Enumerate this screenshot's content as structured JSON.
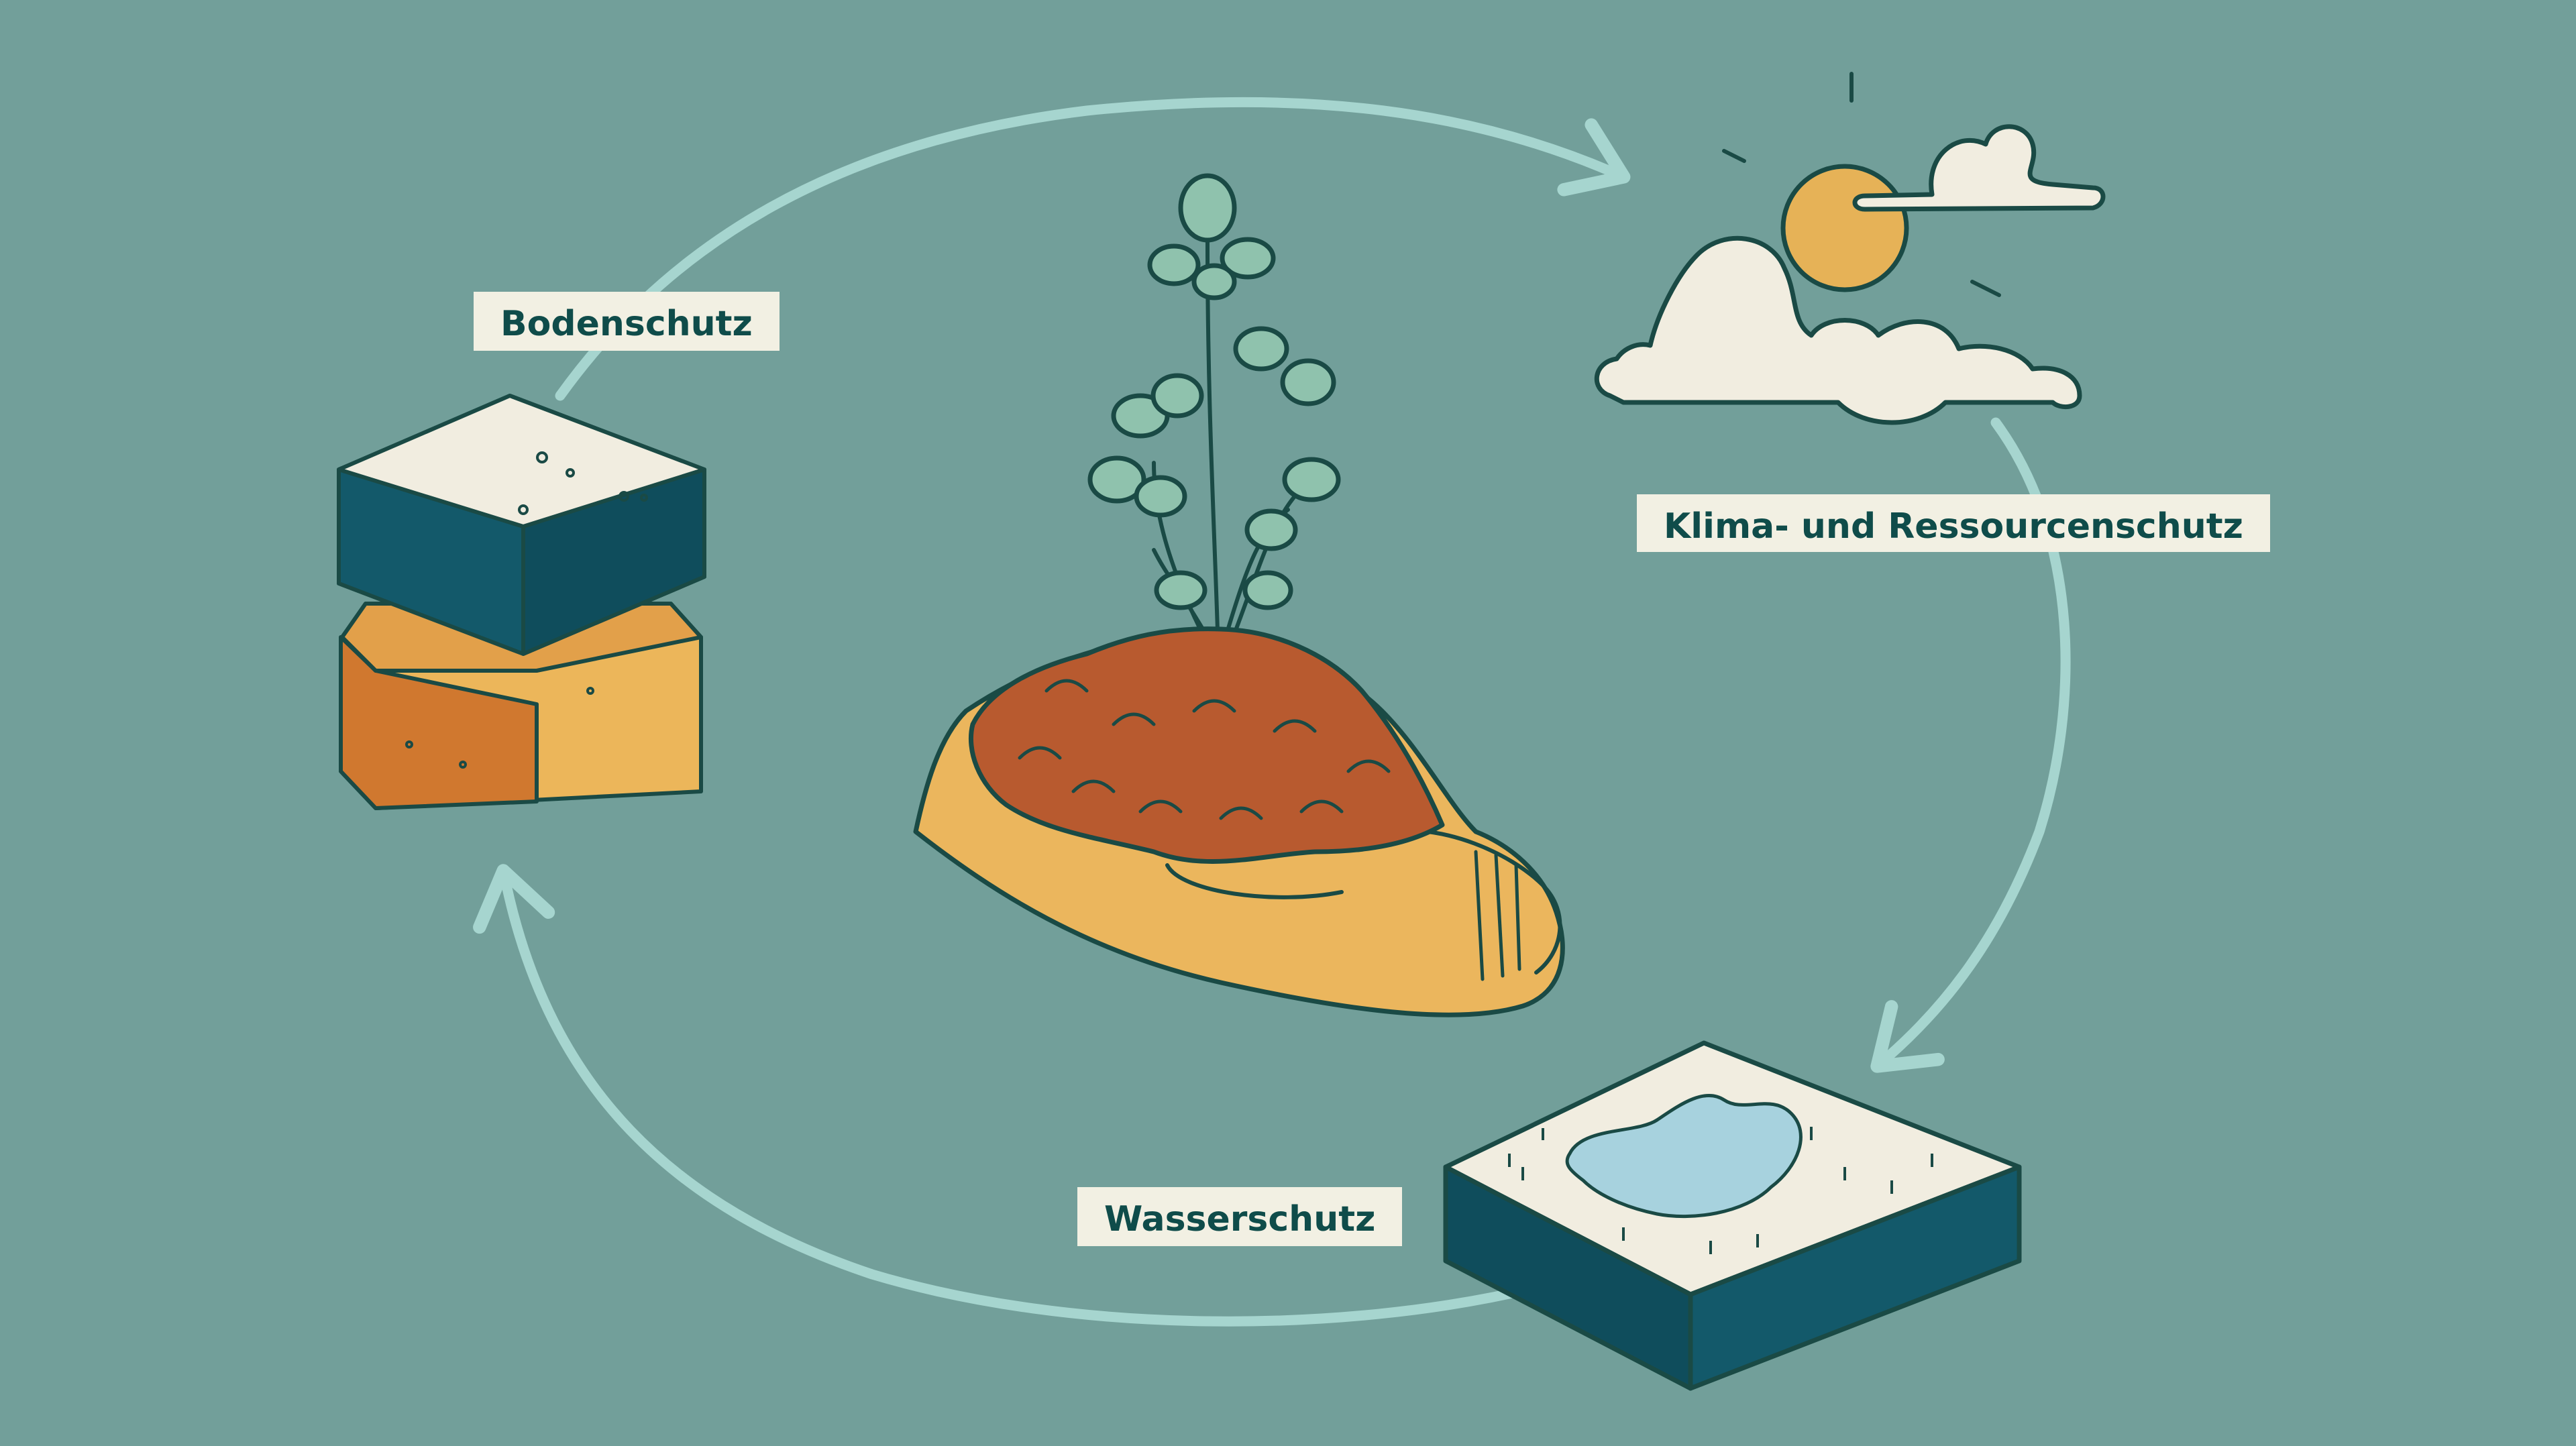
{
  "labels": {
    "bodenschutz": "Bodenschutz",
    "klima": "Klima- und Ressourcenschutz",
    "wasserschutz": "Wasserschutz"
  },
  "colors": {
    "background": "#729f9a",
    "cycle_arrow": "#a6d5cf",
    "label_bg": "#f2f0e3",
    "label_text": "#0f4c4a",
    "outline": "#1a4a45",
    "dark_teal": "#13596a",
    "soil_orange": "#d0782f",
    "soil_yellow": "#ecb65a",
    "hand": "#ebb65d",
    "soil_brown": "#b85a2f",
    "leaf": "#8fc2ad",
    "cream": "#f1ede0",
    "sun": "#e6b257",
    "water": "#a7d2de"
  },
  "illustrations": [
    "soil-blocks-icon",
    "hand-with-soil-and-clover-icon",
    "sun-and-clouds-icon",
    "water-soil-block-icon"
  ]
}
